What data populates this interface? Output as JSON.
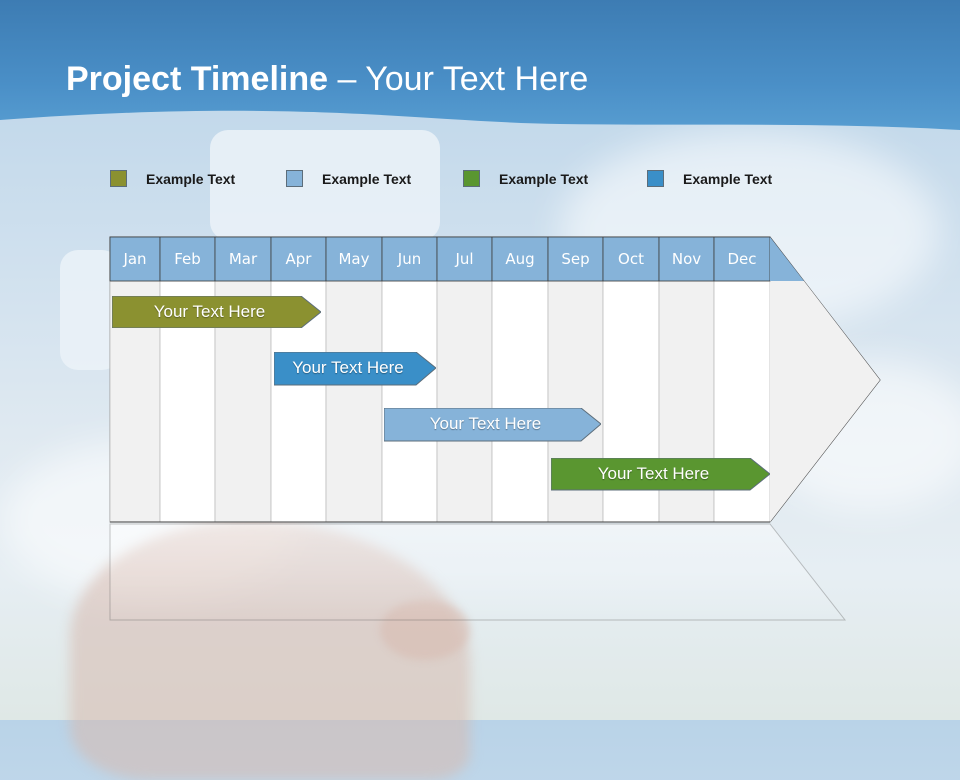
{
  "title": {
    "bold": "Project Timeline",
    "rest": " – Your Text Here"
  },
  "legend": [
    {
      "label": "Example Text",
      "color": "#8b9130"
    },
    {
      "label": "Example Text",
      "color": "#86b3d9"
    },
    {
      "label": "Example Text",
      "color": "#5a9630"
    },
    {
      "label": "Example Text",
      "color": "#3a8fc8"
    }
  ],
  "months": [
    "Jan",
    "Feb",
    "Mar",
    "Apr",
    "May",
    "Jun",
    "Jul",
    "Aug",
    "Sep",
    "Oct",
    "Nov",
    "Dec"
  ],
  "tasks": [
    {
      "label": "Your  Text Here",
      "color": "#8b9130"
    },
    {
      "label": "Your  Text Here",
      "color": "#3a8fc8"
    },
    {
      "label": "Your  Text Here",
      "color": "#86b3d9"
    },
    {
      "label": "Your  Text Here",
      "color": "#5a9630"
    }
  ],
  "colors": {
    "header": "#86b3d9",
    "band": "#4a8fc7"
  }
}
